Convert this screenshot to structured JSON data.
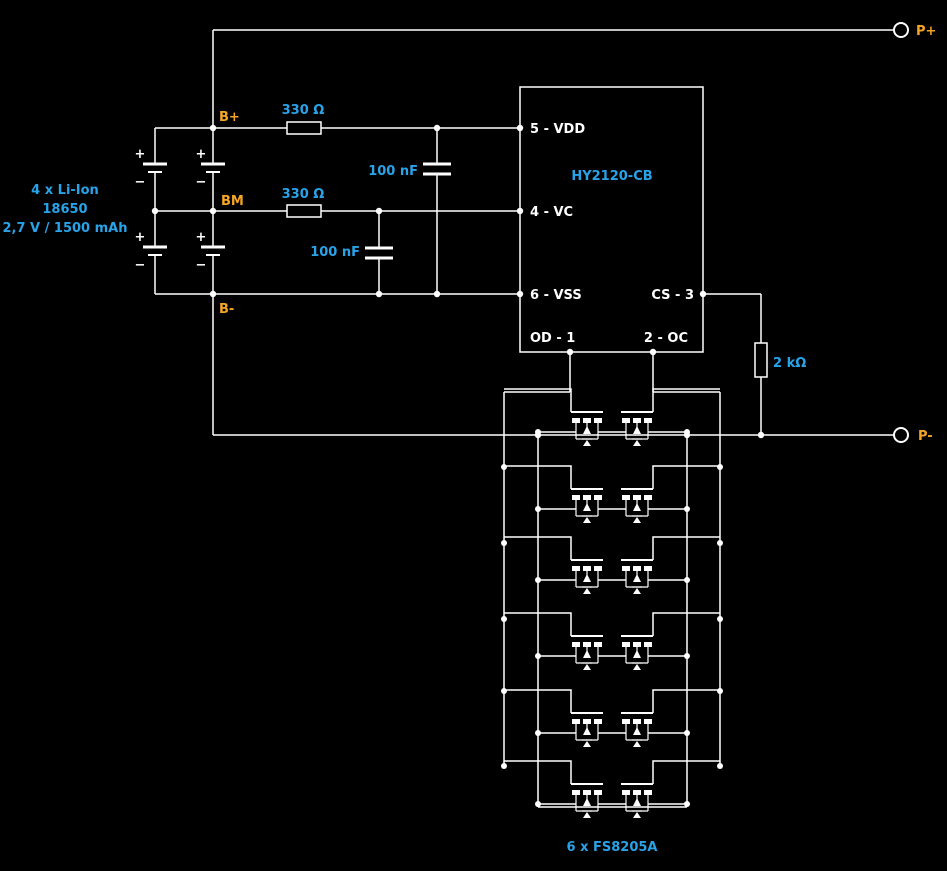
{
  "terminals": {
    "p_plus": "P+",
    "p_minus": "P-"
  },
  "nodes": {
    "b_plus": "B+",
    "bm": "BM",
    "b_minus": "B-"
  },
  "battery": {
    "line1": "4 x Li-Ion",
    "line2": "18650",
    "line3": "2,7 V / 1500 mAh"
  },
  "resistors": {
    "r1": "330 Ω",
    "r2": "330 Ω",
    "r_cs": "2 kΩ"
  },
  "capacitors": {
    "c1": "100 nF",
    "c2": "100 nF"
  },
  "ic": {
    "name": "HY2120-CB",
    "pin_vdd": "5 - VDD",
    "pin_vc": "4 - VC",
    "pin_vss": "6 - VSS",
    "pin_cs": "CS - 3",
    "pin_od": "OD - 1",
    "pin_oc": "2 - OC"
  },
  "mosfets_label": "6 x FS8205A",
  "polarity": {
    "plus": "+",
    "minus": "−"
  },
  "colors": {
    "background": "#000000",
    "wire": "#ffffff",
    "node_label": "#f5a623",
    "value_label": "#29a3e8"
  }
}
